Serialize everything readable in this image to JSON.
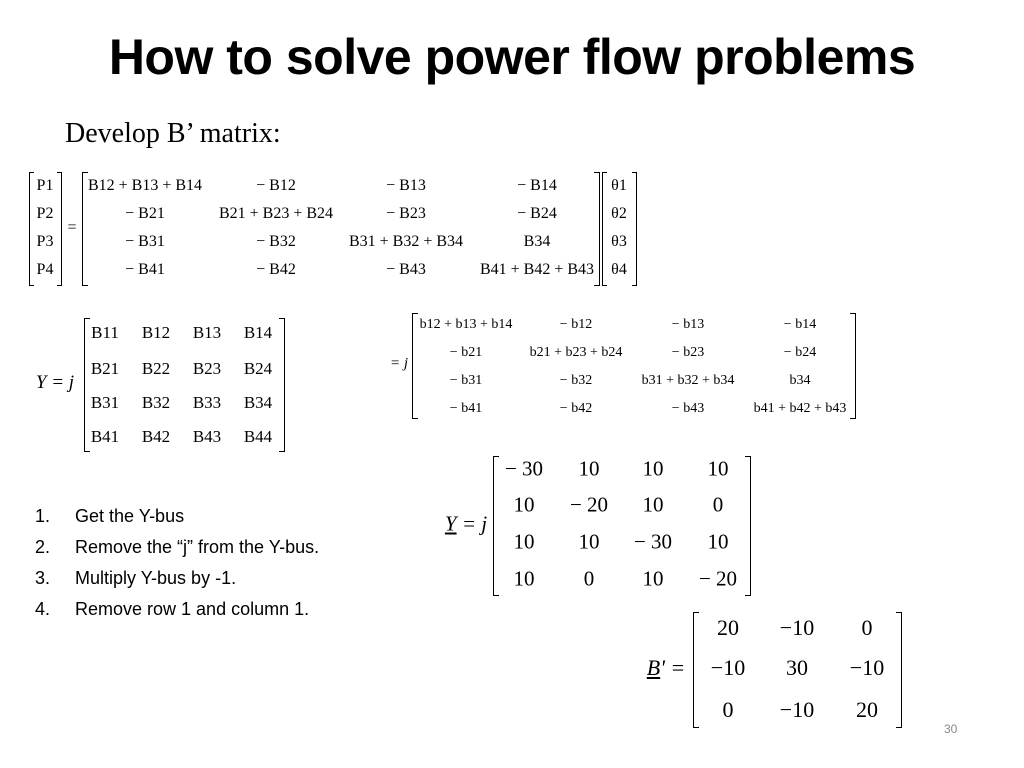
{
  "slide": {
    "title": "How to solve power flow problems",
    "subtitle": "Develop B’ matrix:",
    "page_number": "30"
  },
  "eq1": {
    "equals": "=",
    "lhs": [
      "P1",
      "P2",
      "P3",
      "P4"
    ],
    "matrix": [
      [
        "B12 + B13 + B14",
        "− B12",
        "− B13",
        "− B14"
      ],
      [
        "− B21",
        "B21 + B23 + B24",
        "− B23",
        "− B24"
      ],
      [
        "− B31",
        "− B32",
        "B31 + B32 + B34",
        "B34"
      ],
      [
        "− B41",
        "− B42",
        "− B43",
        "B41 + B42 + B43"
      ]
    ],
    "rhs": [
      "θ1",
      "θ2",
      "θ3",
      "θ4"
    ]
  },
  "eq2": {
    "label": "Y = j",
    "matrix": [
      [
        "B11",
        "B12",
        "B13",
        "B14"
      ],
      [
        "B21",
        "B22",
        "B23",
        "B24"
      ],
      [
        "B31",
        "B32",
        "B33",
        "B34"
      ],
      [
        "B41",
        "B42",
        "B43",
        "B44"
      ]
    ]
  },
  "eq3": {
    "label": "= j",
    "matrix": [
      [
        "b12 + b13 + b14",
        "− b12",
        "− b13",
        "− b14"
      ],
      [
        "− b21",
        "b21 + b23 + b24",
        "− b23",
        "− b24"
      ],
      [
        "− b31",
        "− b32",
        "b31 + b32 + b34",
        "b34"
      ],
      [
        "− b41",
        "− b42",
        "− b43",
        "b41 + b42 + b43"
      ]
    ]
  },
  "eq4": {
    "label_var": "Y",
    "label_rest": "= j",
    "matrix": [
      [
        "− 30",
        "10",
        "10",
        "10"
      ],
      [
        "10",
        "− 20",
        "10",
        "0"
      ],
      [
        "10",
        "10",
        "− 30",
        "10"
      ],
      [
        "10",
        "0",
        "10",
        "− 20"
      ]
    ]
  },
  "eq5": {
    "label_var": "B",
    "label_rest": "' =",
    "matrix": [
      [
        "20",
        "−10",
        "0"
      ],
      [
        "−10",
        "30",
        "−10"
      ],
      [
        "0",
        "−10",
        "20"
      ]
    ]
  },
  "steps": [
    {
      "num": "1.",
      "text": "Get the Y-bus"
    },
    {
      "num": "2.",
      "text": "Remove the “j” from the Y-bus."
    },
    {
      "num": "3.",
      "text": "Multiply Y-bus by -1."
    },
    {
      "num": "4.",
      "text": "Remove row 1 and column 1."
    }
  ]
}
